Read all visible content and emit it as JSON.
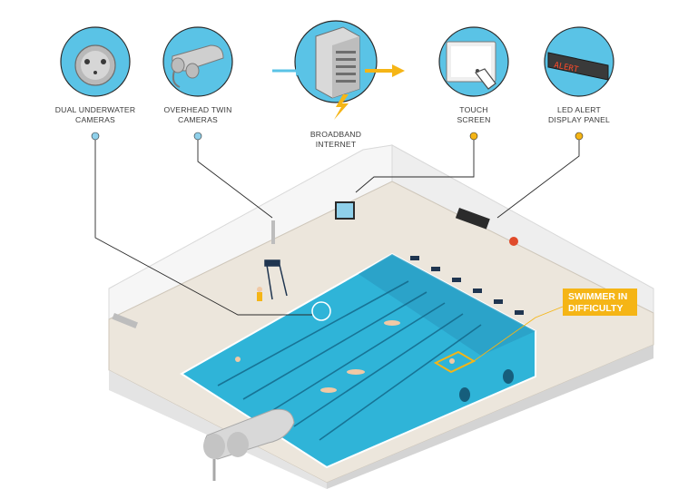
{
  "devices": [
    {
      "id": "underwater",
      "icon": "underwater-camera-icon",
      "line1": "DUAL UNDERWATER",
      "line2": "CAMERAS",
      "dot_color": "#8fd0ea"
    },
    {
      "id": "overhead",
      "icon": "overhead-camera-icon",
      "line1": "OVERHEAD TWIN",
      "line2": "CAMERAS",
      "dot_color": "#8fd0ea"
    },
    {
      "id": "server",
      "icon": "server-icon",
      "line1": "BROADBAND",
      "line2": "INTERNET",
      "dot_color": ""
    },
    {
      "id": "touch",
      "icon": "touch-screen-icon",
      "line1": "TOUCH",
      "line2": "SCREEN",
      "dot_color": "#f5b516"
    },
    {
      "id": "led",
      "icon": "led-panel-icon",
      "line1": "LED ALERT",
      "line2": "DISPLAY PANEL",
      "dot_color": "#f5b516"
    }
  ],
  "callout": {
    "line1": "SWIMMER IN",
    "line2": "DIFFICULTY"
  },
  "led_text": "ALERT",
  "colors": {
    "circle_fill": "#5ac3e6",
    "circle_stroke": "#2a2a2a",
    "water": "#2fb4d8",
    "water_deep": "#1e8fb8",
    "deck": "#ece6dc",
    "wall": "#f4f4f4",
    "accent": "#f5b516",
    "arrow_in": "#5ac3e6"
  }
}
